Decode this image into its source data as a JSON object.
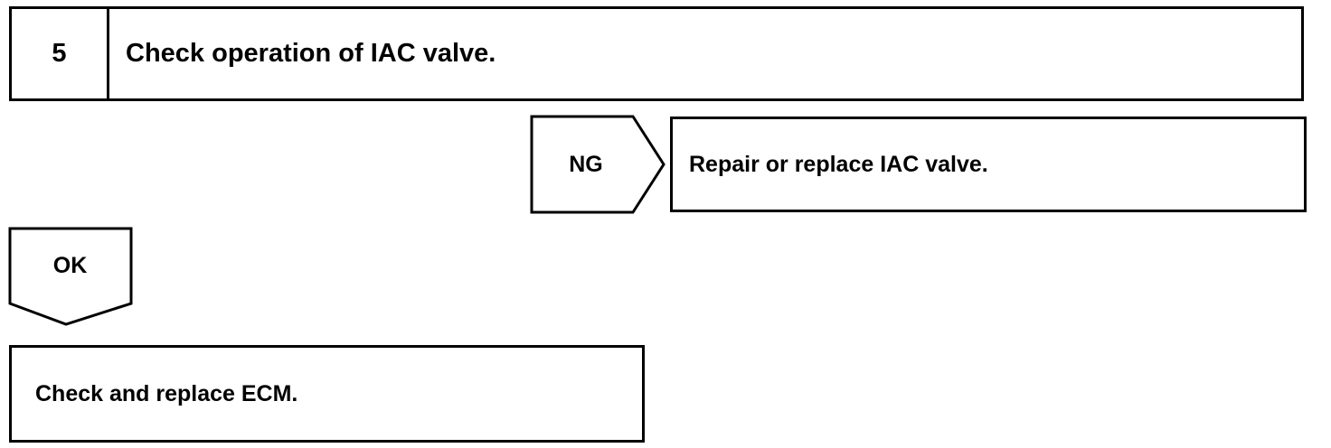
{
  "step": {
    "number": "5",
    "title": "Check operation of IAC valve."
  },
  "ng_branch": {
    "label": "NG",
    "action": "Repair or replace IAC valve."
  },
  "ok_branch": {
    "label": "OK",
    "action": "Check and replace ECM."
  }
}
